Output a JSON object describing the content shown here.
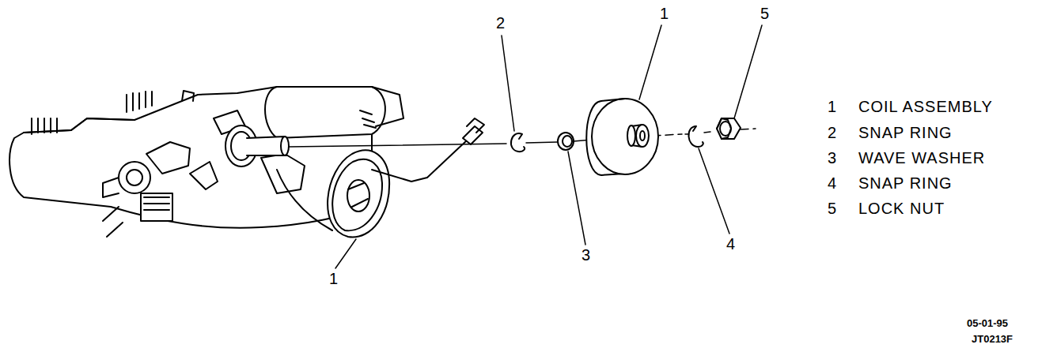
{
  "diagram": {
    "labels": [
      "2",
      "1",
      "5",
      "1",
      "COIL ASSEMBLY",
      "2",
      "SNAP RING",
      "3",
      "WAVE WASHER",
      "4",
      "SNAP RING",
      "5",
      "LOCK NUT",
      "3",
      "4",
      "1",
      "05-01-95",
      "JT0213F"
    ]
  }
}
